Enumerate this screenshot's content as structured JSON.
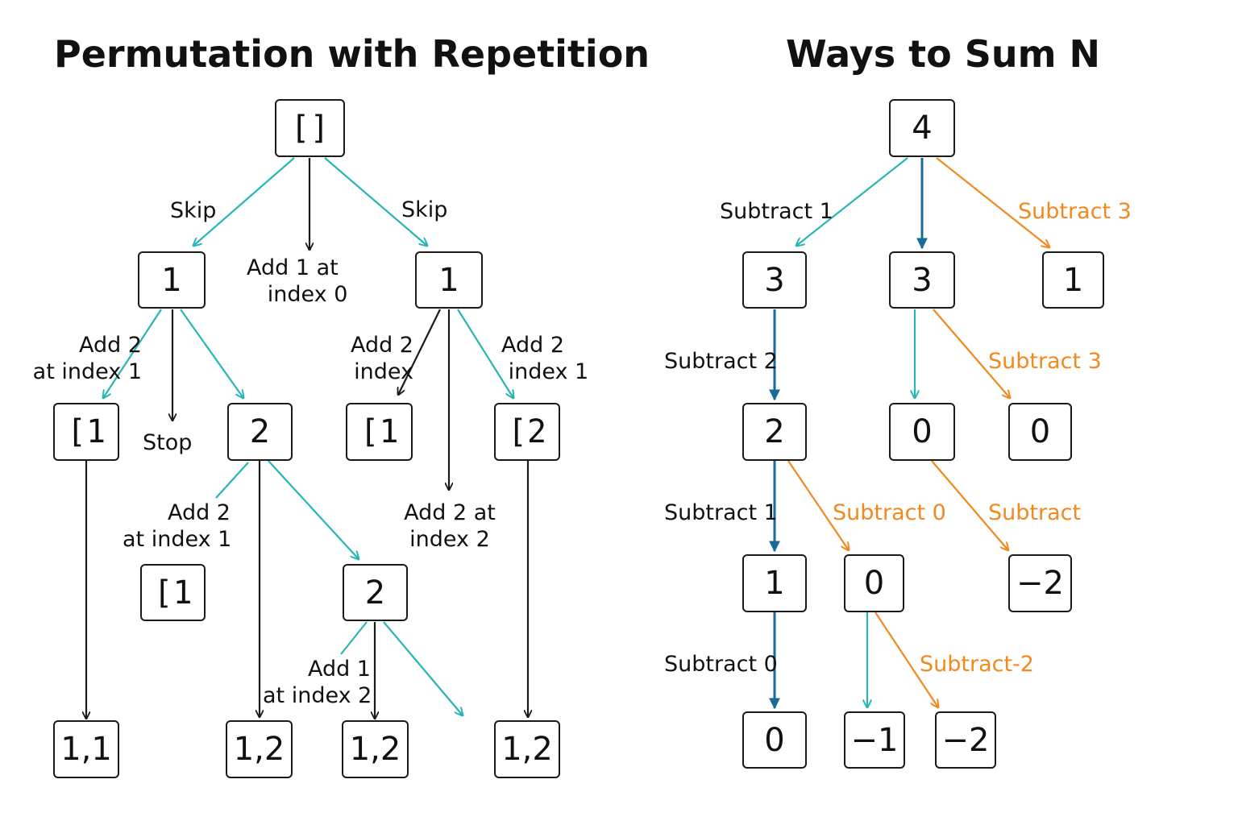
{
  "left": {
    "title": "Permutation with Repetition",
    "nodes": {
      "root": "[]",
      "l1": "1",
      "r1": "1",
      "l2a": "[1",
      "l2b": "2",
      "r2a": "[1",
      "r2b": "[2",
      "l3a": "[1",
      "l3b": "2",
      "leaf1": "1,1",
      "leaf2": "1,2",
      "leaf3": "1,2",
      "leaf4": "1,2"
    },
    "labels": {
      "skip_left": "Skip",
      "add1_index0": "Add 1 at\n   index 0",
      "skip_right": "Skip",
      "add2_index1_a": "Add 2\nat index 1",
      "stop": "Stop",
      "add2_index_b": "Add 2\nindex",
      "add2_index1_c": "Add 2\n index 1",
      "add2_index1_d": "Add 2\nat index 1",
      "add2_index2": "Add 2 at\nindex 2",
      "add1_index2": "Add 1\nat index 2"
    }
  },
  "right": {
    "title": "Ways to Sum N",
    "nodes": {
      "root": "4",
      "a1": "3",
      "a2": "3",
      "a3": "1",
      "b1": "2",
      "b2": "0",
      "b3": "0",
      "c1": "1",
      "c2": "0",
      "c3": "−2",
      "d1": "0",
      "d2": "−1",
      "d3": "−2"
    },
    "labels": {
      "sub1_top": "Subtract 1",
      "sub3_top": "Subtract 3",
      "sub2": "Subtract 2",
      "sub3_mid": "Subtract 3",
      "sub1_mid": "Subtract 1",
      "sub0_orange": "Subtract 0",
      "subtract": "Subtract",
      "sub0_bottom": "Subtract 0",
      "sub_minus2": "Subtract-2"
    }
  },
  "colors": {
    "teal": "#27b5b5",
    "dark_blue": "#176a9a",
    "orange": "#f0891e",
    "black": "#1a1a1a"
  }
}
